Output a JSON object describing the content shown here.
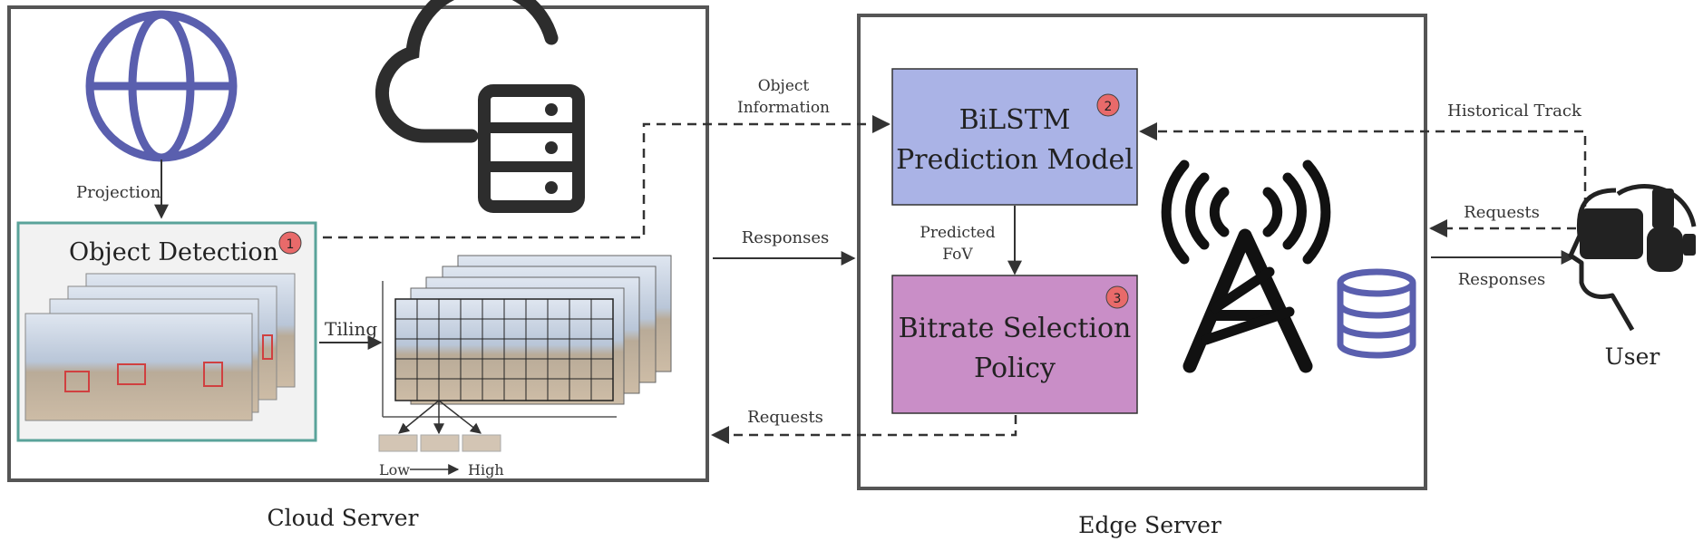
{
  "cloud": {
    "title": "Cloud Server",
    "projection": "Projection",
    "object_detection": "Object Detection",
    "tiling": "Tiling",
    "quality_low": "Low",
    "quality_high": "High"
  },
  "edge": {
    "title": "Edge Server",
    "bilstm": [
      "BiLSTM",
      "Prediction Model"
    ],
    "bitrate": [
      "Bitrate Selection",
      "Policy"
    ],
    "predicted_fov": [
      "Predicted",
      "FoV"
    ]
  },
  "user": {
    "label": "User"
  },
  "flows": {
    "object_information": [
      "Object",
      "Information"
    ],
    "responses_cloud": "Responses",
    "requests_cloud": "Requests",
    "historical_track": "Historical Track",
    "requests_user": "Requests",
    "responses_user": "Responses"
  },
  "badges": {
    "one": "1",
    "two": "2",
    "three": "3"
  },
  "colors": {
    "bilstm_fill": "#aab3e6",
    "bitrate_fill": "#c98ec7",
    "icon_blue": "#5a5fae",
    "badge_red": "#e86a6a",
    "frame_border": "#5aa39a"
  }
}
